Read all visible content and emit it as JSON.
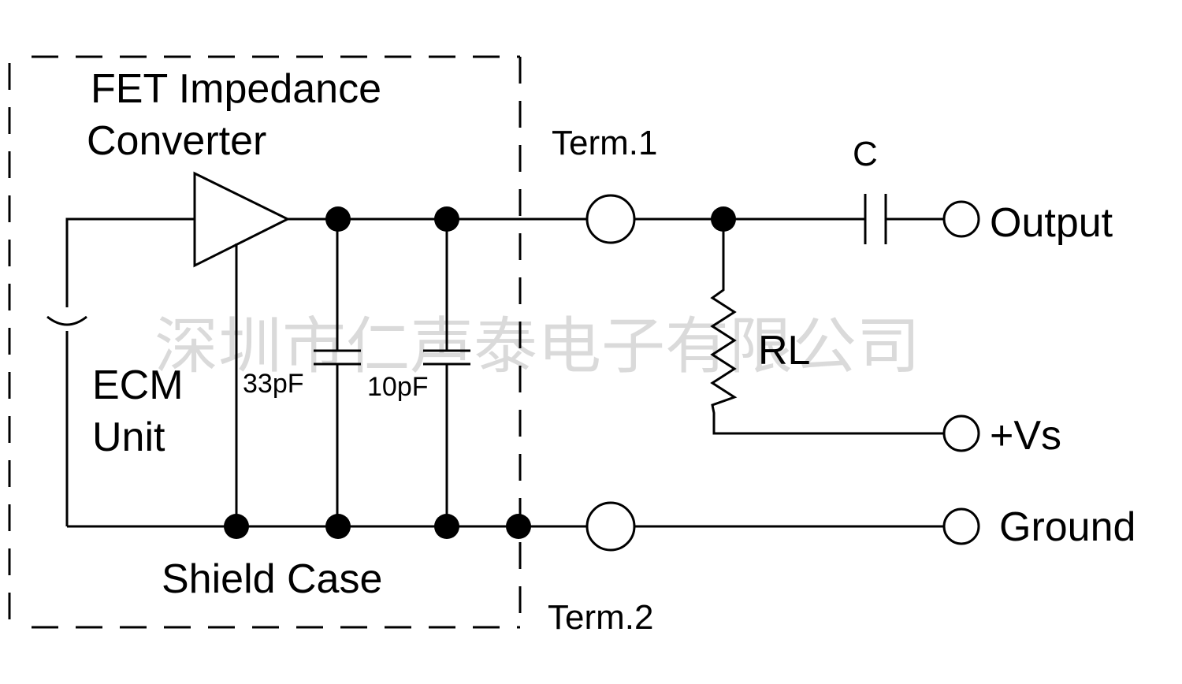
{
  "labels": {
    "fet_line1": "FET Impedance",
    "fet_line2": "Converter",
    "ecm_line1": "ECM",
    "ecm_line2": "Unit",
    "shield_case": "Shield Case",
    "term1": "Term.1",
    "term2": "Term.2",
    "cap_33": "33pF",
    "cap_10": "10pF",
    "cap_c": "C",
    "resistor": "RL",
    "output": "Output",
    "vs": "+Vs",
    "ground": "Ground"
  },
  "watermark": "深圳市仁声泰电子有限公司",
  "colors": {
    "ink": "#000000",
    "background": "#ffffff"
  }
}
